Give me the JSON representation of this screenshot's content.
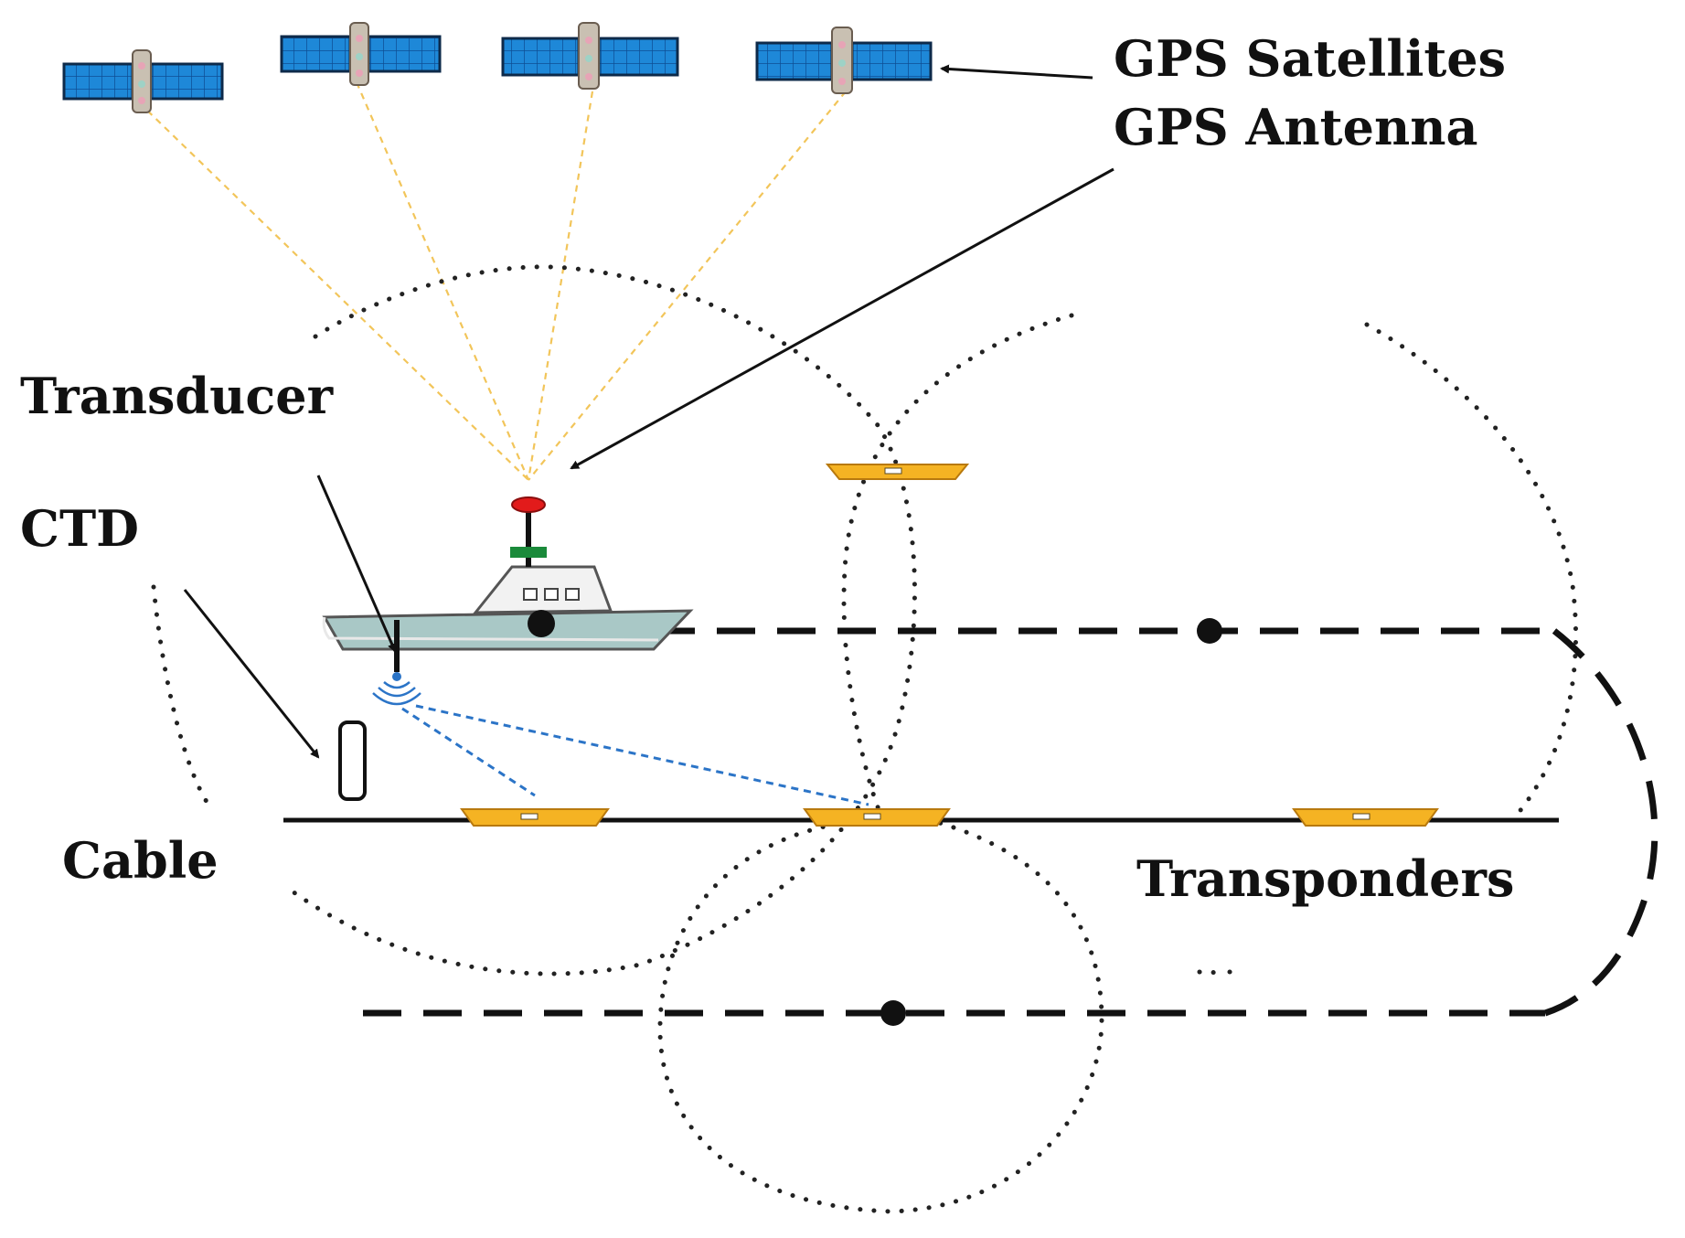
{
  "labels": {
    "gps_satellites": "GPS Satellites",
    "gps_antenna": "GPS Antenna",
    "transducer": "Transducer",
    "ctd": "CTD",
    "cable": "Cable",
    "transponders": "Transponders"
  },
  "colors": {
    "satellite_panel": "#1e88d8",
    "signal_gps": "#f2c55a",
    "signal_acoustic": "#2b74c7",
    "transponder": "#f5b323",
    "antenna": "#e21b1b",
    "antenna_mount": "#1a8a3a",
    "hull": "#a9c8c6"
  }
}
